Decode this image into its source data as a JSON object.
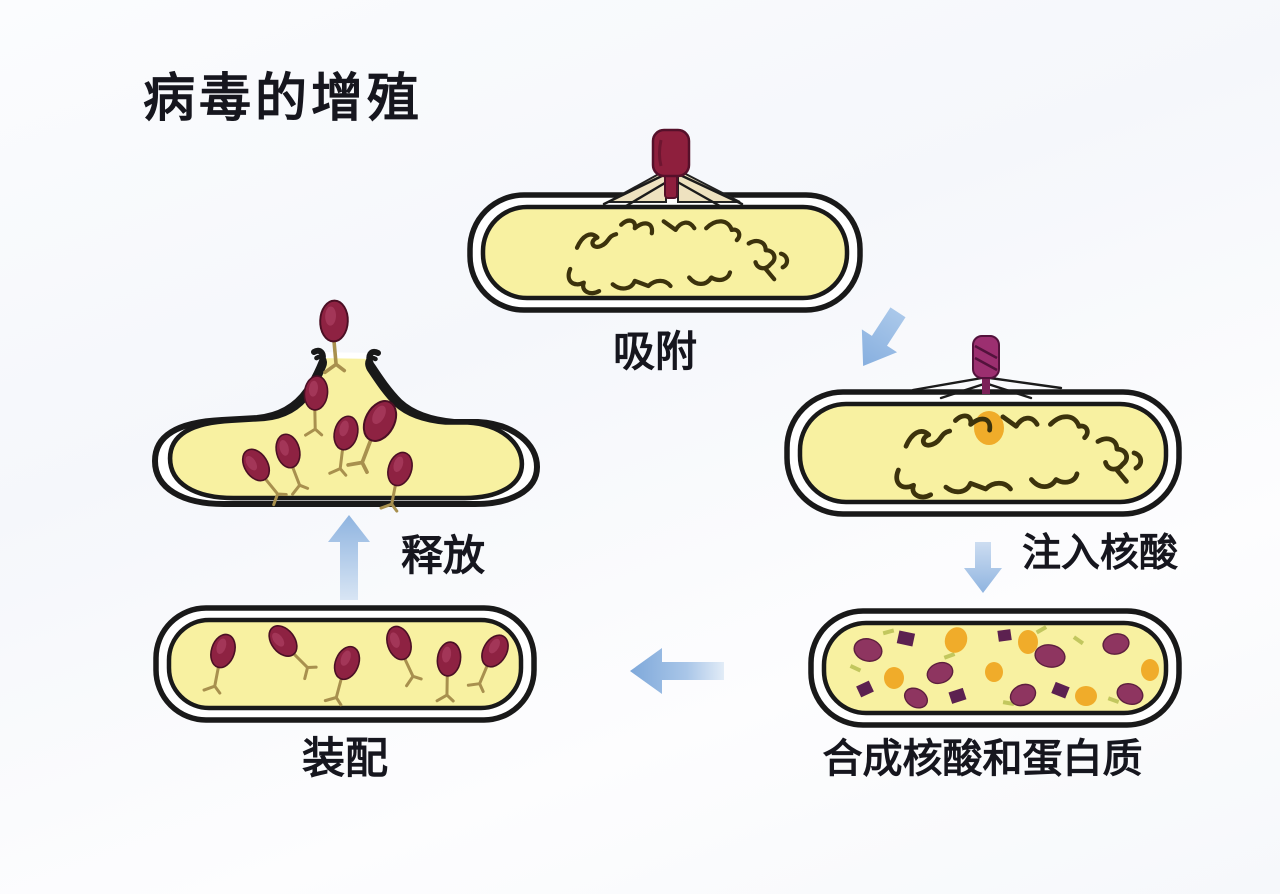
{
  "title": "病毒的增殖",
  "stages": [
    {
      "id": "adsorption",
      "label": "吸附"
    },
    {
      "id": "injection",
      "label": "注入核酸"
    },
    {
      "id": "synthesis",
      "label": "合成核酸和蛋白质"
    },
    {
      "id": "assembly",
      "label": "装配"
    },
    {
      "id": "release",
      "label": "释放"
    }
  ],
  "flow_order": [
    "吸附",
    "注入核酸",
    "合成核酸和蛋白质",
    "装配",
    "释放"
  ],
  "colors": {
    "label_text": "#16161e",
    "outline": "#191919",
    "cell_fill": "#f8f1a1",
    "dna_squiggle": "#3c320c",
    "phage_head": "#8e2242",
    "phage_head_light": "#b5476b",
    "injecting_head": "#9c2f70",
    "tail_tan": "#a8904e",
    "arrow_blue": "#8fb4e0",
    "arrow_blue_light": "#cfe0f2",
    "magenta_oval": "#8e3560",
    "purple_block": "#5c2150",
    "orange_blob": "#f0ac2a",
    "green_bit": "#c2c75e"
  }
}
